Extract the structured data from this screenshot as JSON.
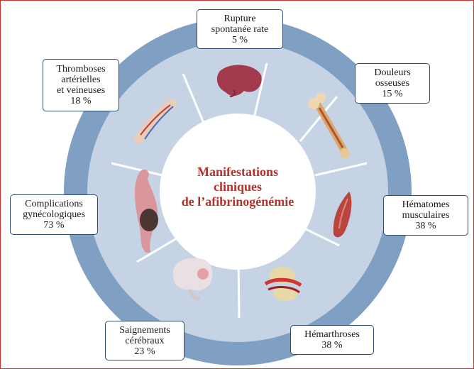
{
  "center_title": {
    "line1": "Manifestations",
    "line2": "cliniques",
    "line3": "de l’afibrinogénémie"
  },
  "manifestations": [
    {
      "lines": [
        "Rupture",
        "spontanée rate"
      ],
      "percent": "5 %",
      "icon": "spleen-icon"
    },
    {
      "lines": [
        "Douleurs",
        "osseuses"
      ],
      "percent": "15 %",
      "icon": "bone-icon"
    },
    {
      "lines": [
        "Hématomes",
        "musculaires"
      ],
      "percent": "38 %",
      "icon": "muscle-icon"
    },
    {
      "lines": [
        "Hémarthroses"
      ],
      "percent": "38 %",
      "icon": "joint-icon"
    },
    {
      "lines": [
        "Saignements",
        "cérébraux"
      ],
      "percent": "23 %",
      "icon": "brain-icon"
    },
    {
      "lines": [
        "Complications",
        "gynécologiques"
      ],
      "percent": "73 %",
      "icon": "pregnancy-icon"
    },
    {
      "lines": [
        "Thromboses",
        "artérielles",
        "et veineuses"
      ],
      "percent": "18 %",
      "icon": "blood-vessel-icon"
    }
  ],
  "colors": {
    "outer_ring": "#7f9fc3",
    "segment": "#c5d3e4",
    "segment_divider": "#ffffff",
    "title": "#b0332c",
    "box_border": "#2f4f72",
    "frame_border": "#d0332f"
  }
}
